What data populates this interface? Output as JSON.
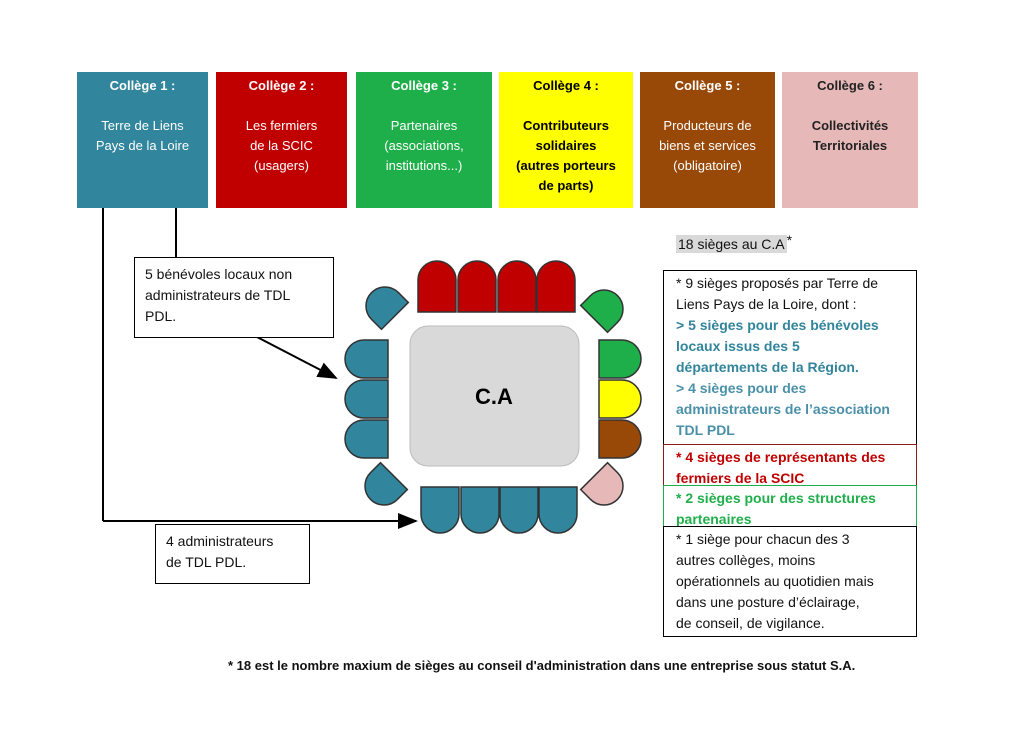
{
  "colors": {
    "college1": "#31859c",
    "college2": "#c00000",
    "college3": "#1faf4a",
    "college4": "#ffff00",
    "college5": "#984807",
    "college6": "#e6b9b8",
    "table": "#d9d9d9",
    "text_blue": "#31849b",
    "text_red": "#c00000",
    "text_green": "#1faf4a"
  },
  "colleges": [
    {
      "title": "Collège 1 :",
      "lines": [
        "Terre de Liens",
        "Pays de la Loire"
      ]
    },
    {
      "title": "Collège 2 :",
      "lines": [
        "Les fermiers",
        "de la SCIC",
        "(usagers)"
      ]
    },
    {
      "title": "Collège 3 :",
      "lines": [
        "Partenaires",
        "(associations,",
        "institutions...)"
      ]
    },
    {
      "title": "Collège 4 :",
      "lines": [
        "Contributeurs",
        "solidaires",
        "(autres porteurs",
        "de parts)"
      ]
    },
    {
      "title": "Collège 5 :",
      "lines": [
        "Producteurs de",
        "biens et services",
        "(obligatoire)"
      ]
    },
    {
      "title": "Collège 6 :",
      "lines": [
        "Collectivités",
        "Territoriales"
      ]
    }
  ],
  "box_benevoles": {
    "lines": [
      "5 bénévoles locaux non",
      "administrateurs de TDL",
      "PDL."
    ]
  },
  "box_administrateurs": {
    "lines": [
      "4  administrateurs",
      "de TDL PDL."
    ]
  },
  "table_label": "C.A",
  "seats_label": {
    "text": "18 sièges au C.A",
    "mark": "*"
  },
  "info": {
    "section1": {
      "intro": [
        "* 9 sièges proposés par Terre de",
        "Liens Pays de la Loire, dont :"
      ],
      "benevoles": [
        "> 5 sièges pour des bénévoles",
        "locaux  issus des 5",
        "départements de la Région."
      ],
      "administrateurs": [
        "> 4 sièges pour des",
        "administrateurs de l’association",
        "TDL PDL"
      ]
    },
    "section2": [
      "* 4 sièges de représentants des",
      "fermiers de la SCIC"
    ],
    "section3": [
      "*  2 sièges pour des structures",
      "partenaires"
    ],
    "section4": [
      "* 1 siège pour chacun des 3",
      "autres collèges, moins",
      "opérationnels au quotidien mais",
      "dans une  posture d’éclairage,",
      "de conseil, de vigilance."
    ]
  },
  "footnote": "* 18 est le nombre maxium de sièges au conseil d'administration dans une entreprise sous statut S.A."
}
